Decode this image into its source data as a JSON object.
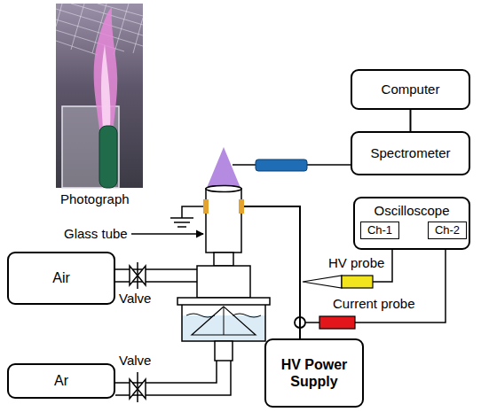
{
  "diagram": {
    "nodes": [
      {
        "text": [
          "Computer"
        ]
      },
      {
        "text": [
          "Spectrometer"
        ]
      },
      {
        "text": [
          "Oscilloscope"
        ]
      },
      {
        "text": [
          "Ch-1"
        ],
        "in": 2
      },
      {
        "text": [
          "Ch-2"
        ],
        "in": 2
      },
      {
        "text": [
          "Air"
        ]
      },
      {
        "text": [
          "Ar"
        ]
      },
      {
        "text": [
          "HV Power Supply"
        ]
      }
    ],
    "edges": [
      {
        "from": 0,
        "to": 1,
        "arrow": "none"
      }
    ],
    "labels": [
      "Photograph",
      "Glass tube",
      "Valve",
      "HV probe",
      "Current probe",
      "Valve"
    ]
  }
}
